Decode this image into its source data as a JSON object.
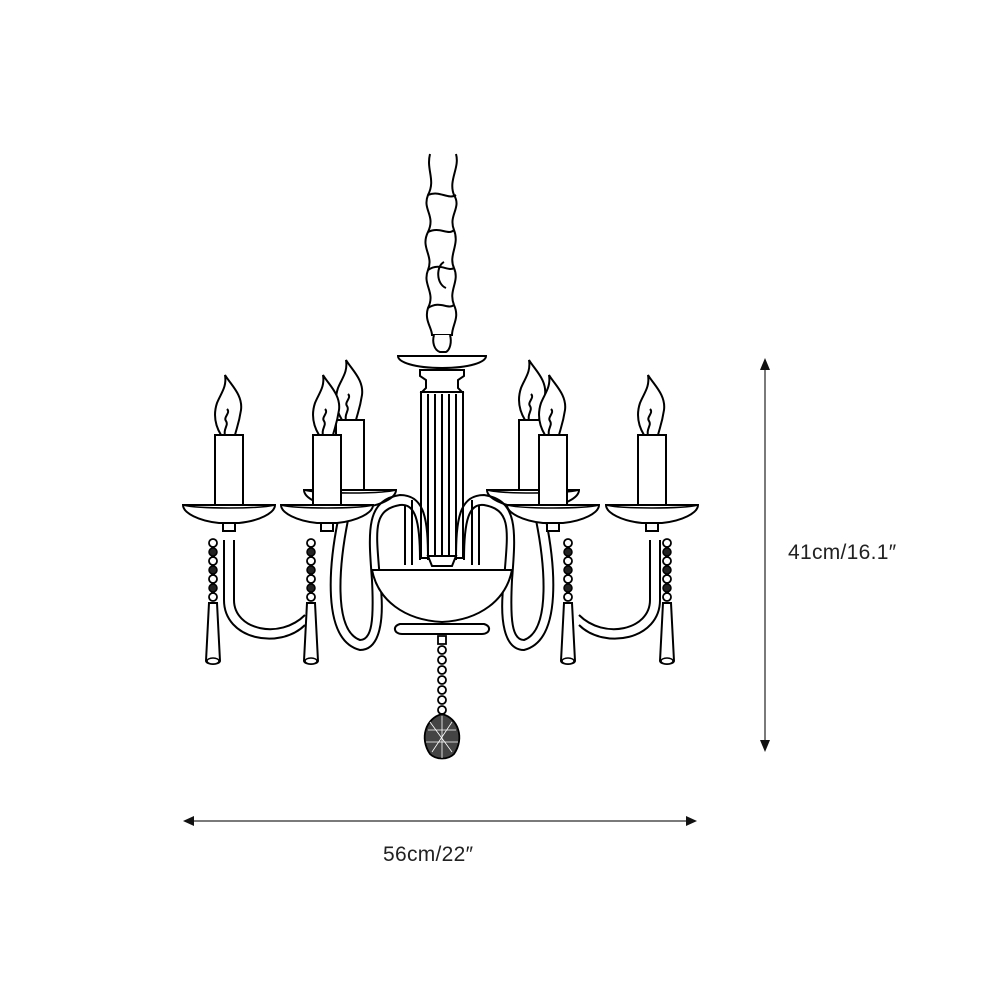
{
  "diagram": {
    "subject": "six-arm candle chandelier line drawing",
    "dimensions": {
      "height": {
        "label": "41cm/16.1″",
        "cm": 41,
        "in": 16.1
      },
      "width": {
        "label": "56cm/22″",
        "cm": 56,
        "in": 22
      }
    },
    "parts": [
      "chain",
      "ceiling-cup",
      "fluted-column",
      "candle-arms",
      "candle-sleeves",
      "flame-bulbs",
      "drip-pans",
      "bead-strands",
      "crystal-prisms",
      "center-bowl",
      "crystal-ball-pendant"
    ],
    "colors": {
      "line": "#000000",
      "dimension_line": "#7a7a7a",
      "arrowhead": "#111111",
      "text": "#222222",
      "background": "#ffffff"
    }
  }
}
